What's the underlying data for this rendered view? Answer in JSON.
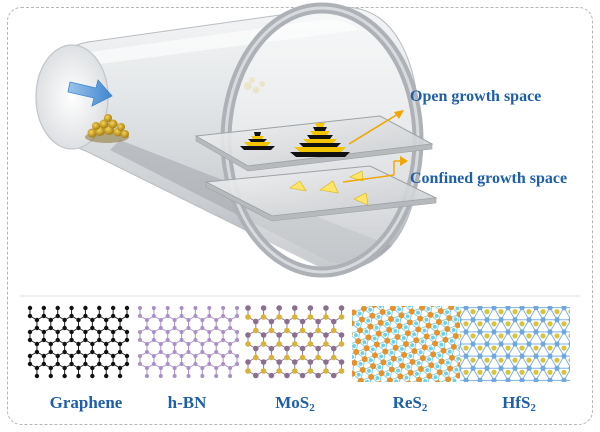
{
  "labels": {
    "open_growth": "Open growth space",
    "confined_growth": "Confined growth space"
  },
  "materials": [
    {
      "name": "Graphene",
      "base": "Graphene",
      "sub": ""
    },
    {
      "name": "h-BN",
      "base": "h-BN",
      "sub": ""
    },
    {
      "name": "MoS2",
      "base": "MoS",
      "sub": "2"
    },
    {
      "name": "ReS2",
      "base": "ReS",
      "sub": "2"
    },
    {
      "name": "HfS2",
      "base": "HfS",
      "sub": "2"
    }
  ],
  "colors": {
    "label_blue": "#1f5fa8",
    "arrow_orange": "#f0a500",
    "flow_arrow": "#5b9bd5",
    "graphene_atom": "#111111",
    "hbn_atom": "#a88fc7",
    "mos2_mo": "#8a6f8f",
    "mos2_s": "#d9b23a",
    "res2_re": "#e8912a",
    "res2_s": "#6fd0e8",
    "hfs2_hf": "#6fa8e0",
    "hfs2_s": "#d8c33a"
  },
  "icons": {
    "flow_arrow": "right-arrow-icon",
    "precursor": "powder-pile-icon"
  }
}
